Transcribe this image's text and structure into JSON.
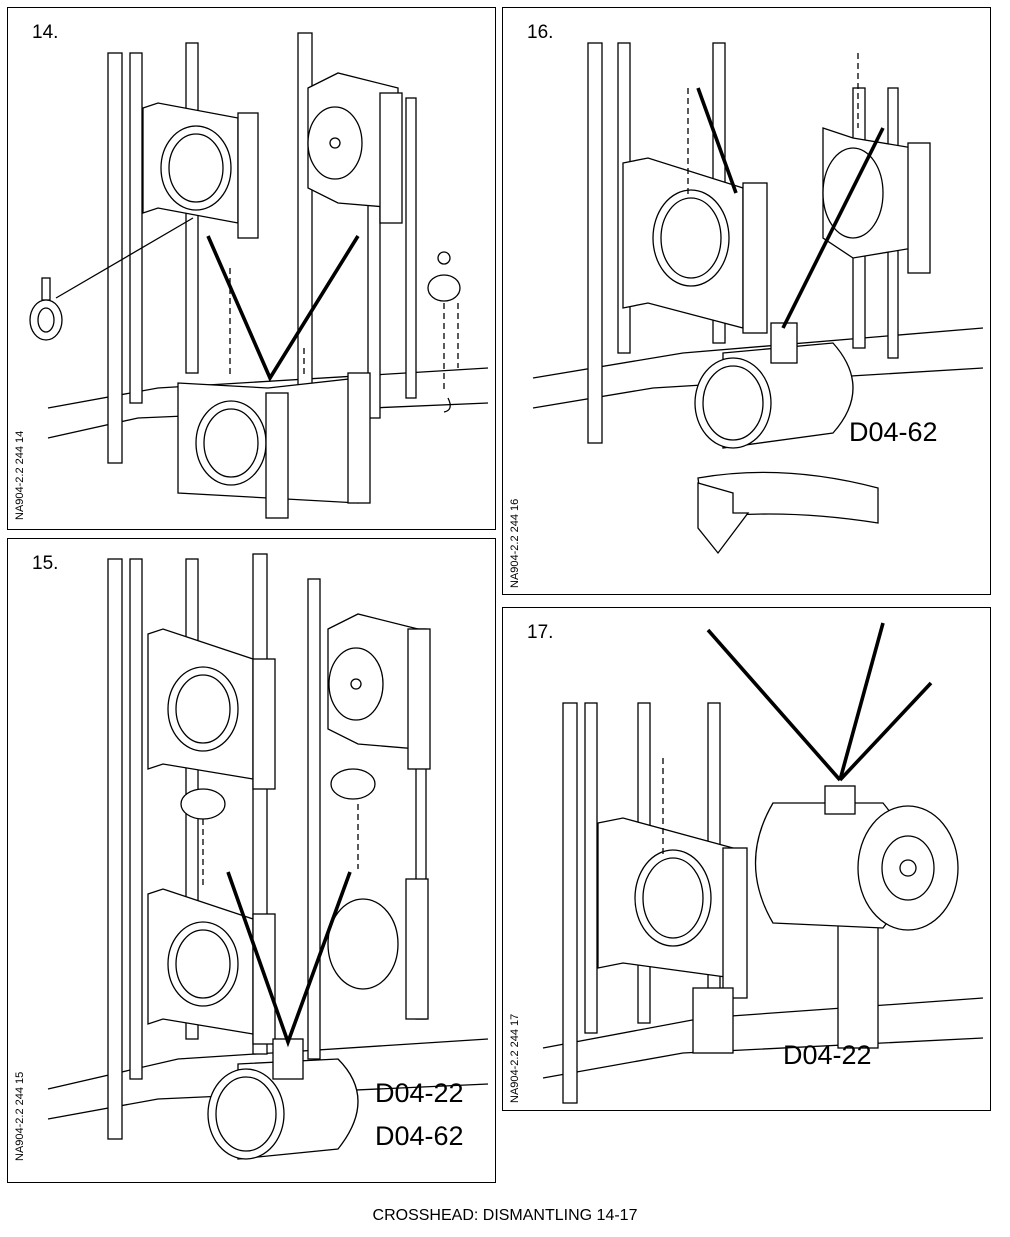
{
  "panels": {
    "p14": {
      "step": "14.",
      "ref": "NA904-2.2 244 14"
    },
    "p15": {
      "step": "15.",
      "ref": "NA904-2.2 244 15",
      "codes": [
        "D04-22",
        "D04-62"
      ]
    },
    "p16": {
      "step": "16.",
      "ref": "NA904-2.2 244 16",
      "codes": [
        "D04-62"
      ]
    },
    "p17": {
      "step": "17.",
      "ref": "NA904-2.2 244 17",
      "codes": [
        "D04-22"
      ]
    }
  },
  "caption": "CROSSHEAD: DISMANTLING 14-17"
}
